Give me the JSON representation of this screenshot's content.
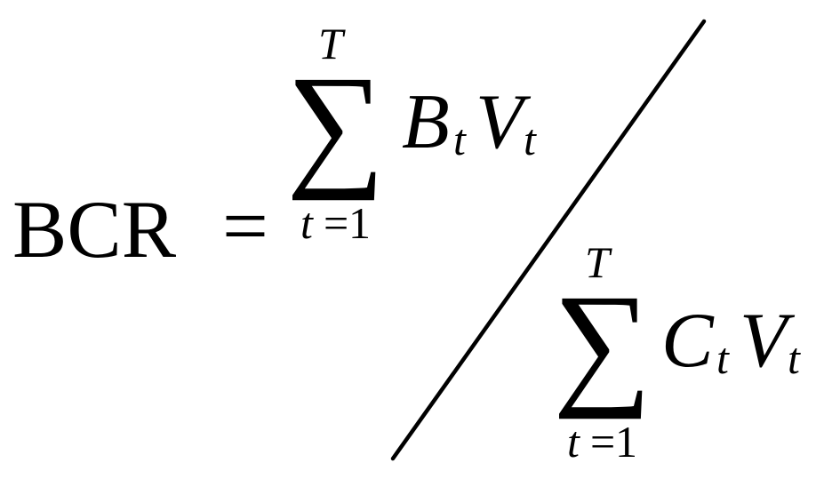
{
  "lhs": "BCR",
  "equals": "=",
  "numerator": {
    "operator": "∑",
    "upper_limit": "T",
    "lower_limit_var": "t",
    "lower_limit_eq": "=",
    "lower_limit_value": "1",
    "term_1": "B",
    "term_1_sub": "t",
    "term_2": "V",
    "term_2_sub": "t"
  },
  "denominator": {
    "operator": "∑",
    "upper_limit": "T",
    "lower_limit_var": "t",
    "lower_limit_eq": "=",
    "lower_limit_value": "1",
    "term_1": "C",
    "term_1_sub": "t",
    "term_2": "V",
    "term_2_sub": "t"
  },
  "colors": {
    "ink": "#000000",
    "background": "#ffffff"
  }
}
